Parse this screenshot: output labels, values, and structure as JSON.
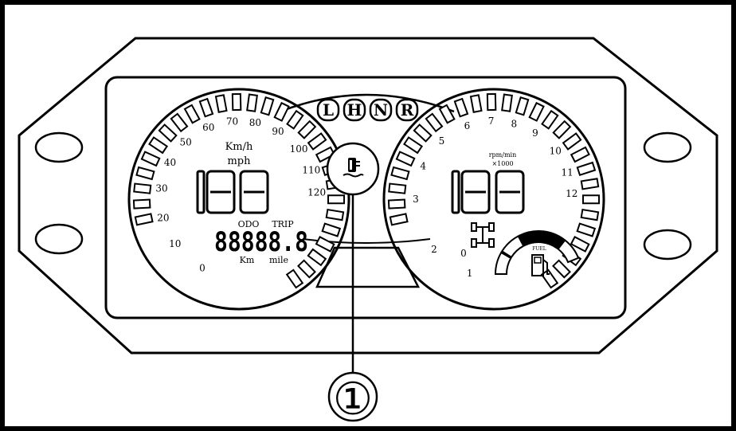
{
  "gear_indicators": [
    "L",
    "H",
    "N",
    "R"
  ],
  "callout_number": "①",
  "speedometer": {
    "ticks": [
      "0",
      "10",
      "20",
      "30",
      "40",
      "50",
      "60",
      "70",
      "80",
      "90",
      "100",
      "110",
      "120"
    ],
    "unit_kmh": "Km/h",
    "unit_mph": "mph",
    "digits": "188",
    "odo_label": "ODO",
    "trip_label": "TRIP",
    "odometer": "88888.8",
    "unit_km": "Km",
    "unit_mile": "mile"
  },
  "tachometer": {
    "ticks": [
      "0",
      "1",
      "2",
      "3",
      "4",
      "5",
      "6",
      "7",
      "8",
      "9",
      "10",
      "11",
      "12"
    ],
    "unit_line1": "rpm/min",
    "unit_line2": "×1000",
    "digits": "188",
    "fuel_label": "FUEL"
  },
  "icons": [
    "coolant-temperature-icon",
    "four-wheel-drive-icon",
    "fuel-pump-icon"
  ]
}
